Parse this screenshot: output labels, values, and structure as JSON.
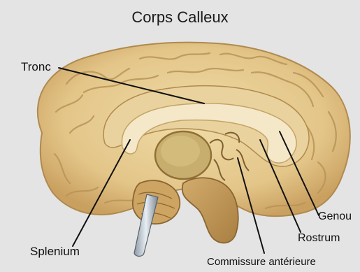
{
  "title": "Corps Calleux",
  "labels": {
    "tronc": "Tronc",
    "genou": "Genou",
    "rostrum": "Rostrum",
    "splenium": "Splenium",
    "commissure": "Commissure antérieure"
  },
  "colors": {
    "background": "#e6e6e6",
    "cortex": "#e8cf97",
    "gyri_shadow": "#b89155",
    "corpus_callosum": "#f3e7c6",
    "thalamus": "#c9b276",
    "brainstem": "#c59c5a",
    "leader_line": "#111111"
  }
}
